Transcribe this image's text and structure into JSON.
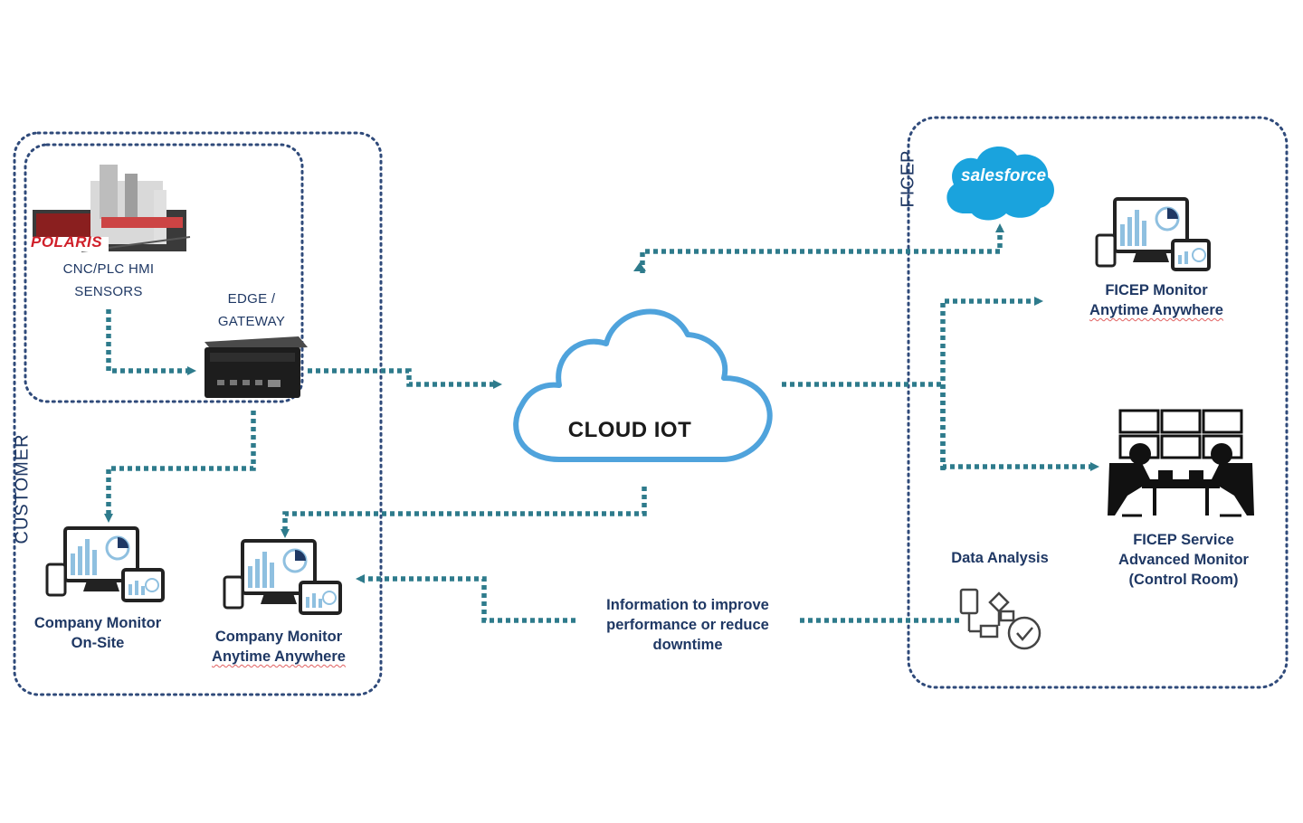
{
  "customer": {
    "group_label": "CUSTOMER",
    "machine_logo_text": "POLARIS",
    "machine_label_line1": "CNC/PLC HMI",
    "machine_label_line2": "SENSORS",
    "gateway_label_line1": "EDGE /",
    "gateway_label_line2": "GATEWAY",
    "monitor_onsite_line1": "Company Monitor",
    "monitor_onsite_line2": "On-Site",
    "monitor_anywhere_line1": "Company Monitor",
    "monitor_anywhere_line2": "Anytime Anywhere"
  },
  "cloud": {
    "label": "CLOUD IOT"
  },
  "ficep": {
    "group_label": "FICEP",
    "salesforce_label": "salesforce",
    "monitor_line1": "FICEP Monitor",
    "monitor_line2": "Anytime Anywhere",
    "service_line1": "FICEP Service",
    "service_line2": "Advanced Monitor",
    "service_line3": "(Control Room)",
    "data_analysis_label": "Data Analysis"
  },
  "feedback": {
    "line1": "Information to improve",
    "line2": "performance or reduce",
    "line3": "downtime"
  },
  "colors": {
    "arrow": "#2e7b8c",
    "group_border": "#2f4a7a",
    "cloud_stroke": "#4fa3dc",
    "text_navy": "#1f3864",
    "salesforce": "#1aa3dd",
    "polaris_red": "#d0202a"
  },
  "icons": [
    "machine-photo",
    "gateway-box",
    "cloud-icon",
    "salesforce-logo",
    "multi-device-icon",
    "control-room-icon",
    "data-analysis-icon",
    "arrow-icon"
  ]
}
